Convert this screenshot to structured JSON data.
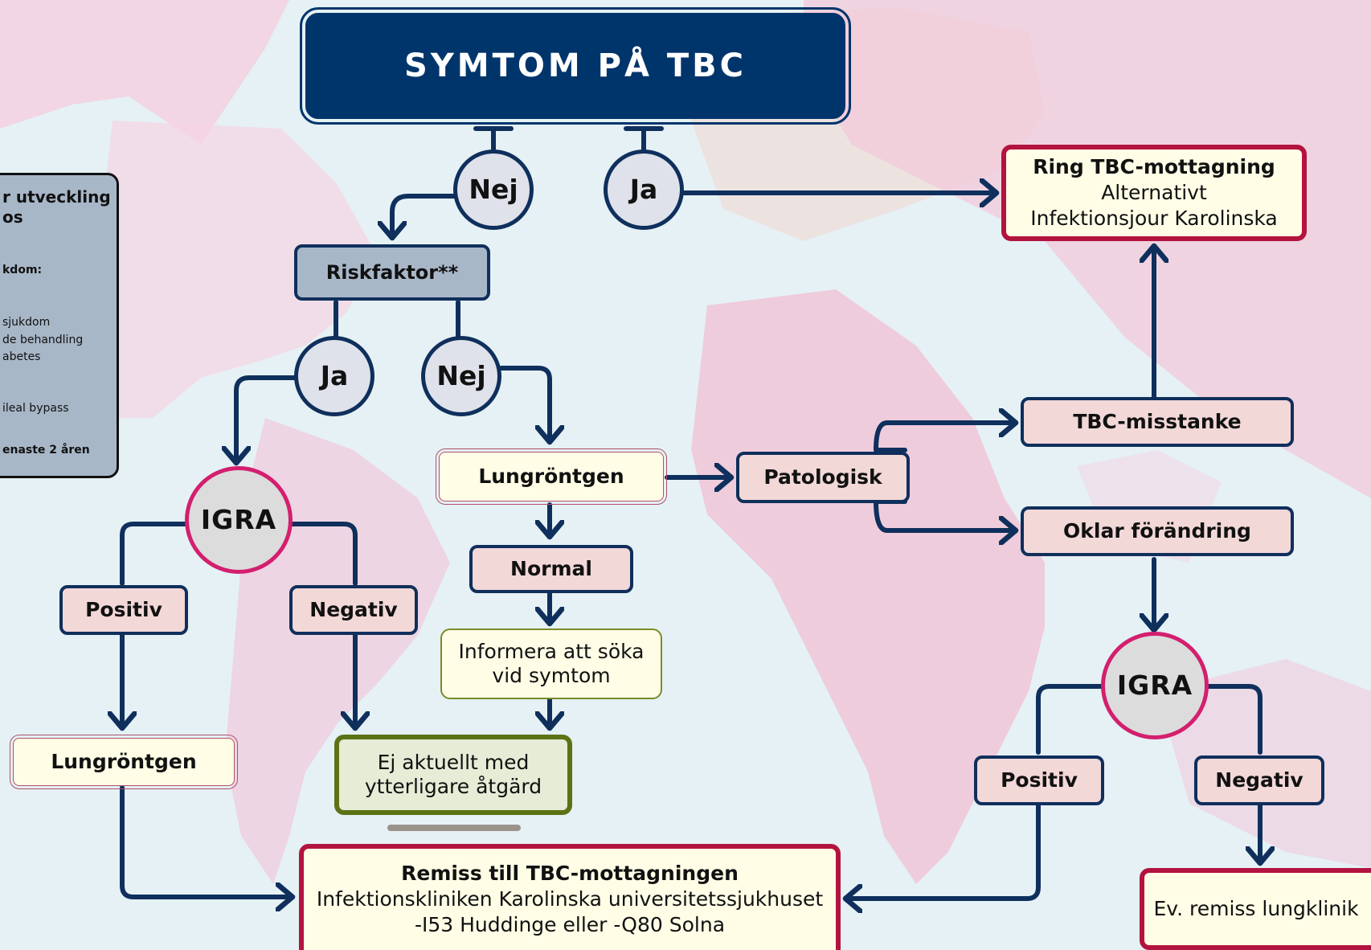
{
  "title": "SYMTOM PÅ TBC",
  "legend": {
    "heading": "r utveckling",
    "heading2": "os",
    "group": "kdom:",
    "items": [
      "sjukdom",
      "de behandling",
      "abetes",
      "ileal bypass"
    ],
    "footer": "enaste 2 åren"
  },
  "nodes": {
    "nej_top": "Nej",
    "ja_top": "Ja",
    "riskfaktor": "Riskfaktor**",
    "ja_left": "Ja",
    "nej_mid": "Nej",
    "igra_left": "IGRA",
    "positiv_left": "Positiv",
    "negativ_left": "Negativ",
    "lungrontgen_left": "Lungröntgen",
    "lungrontgen_mid": "Lungröntgen",
    "normal": "Normal",
    "informera": "Informera att söka vid symtom",
    "ej_aktuellt": "Ej aktuellt med ytterligare åtgärd",
    "patologisk": "Patologisk",
    "tbc_misstanke": "TBC-misstanke",
    "oklar": "Oklar förändring",
    "igra_right": "IGRA",
    "positiv_right": "Positiv",
    "negativ_right": "Negativ",
    "ring_title": "Ring TBC-mottagning",
    "ring_line1": "Alternativt",
    "ring_line2": "Infektionsjour Karolinska",
    "remiss_title": "Remiss till TBC-mottagningen",
    "remiss_line1": "Infektionskliniken Karolinska universitetssjukhuset",
    "remiss_line2": "-I53 Huddinge eller -Q80 Solna",
    "ev_remiss": "Ev. remiss lungklinik"
  },
  "colors": {
    "arrow": "#0f2f5c",
    "title_bg": "#00356b",
    "igra_border": "#d31f6e",
    "red_border": "#b3133f",
    "olive_border": "#5c7214"
  }
}
